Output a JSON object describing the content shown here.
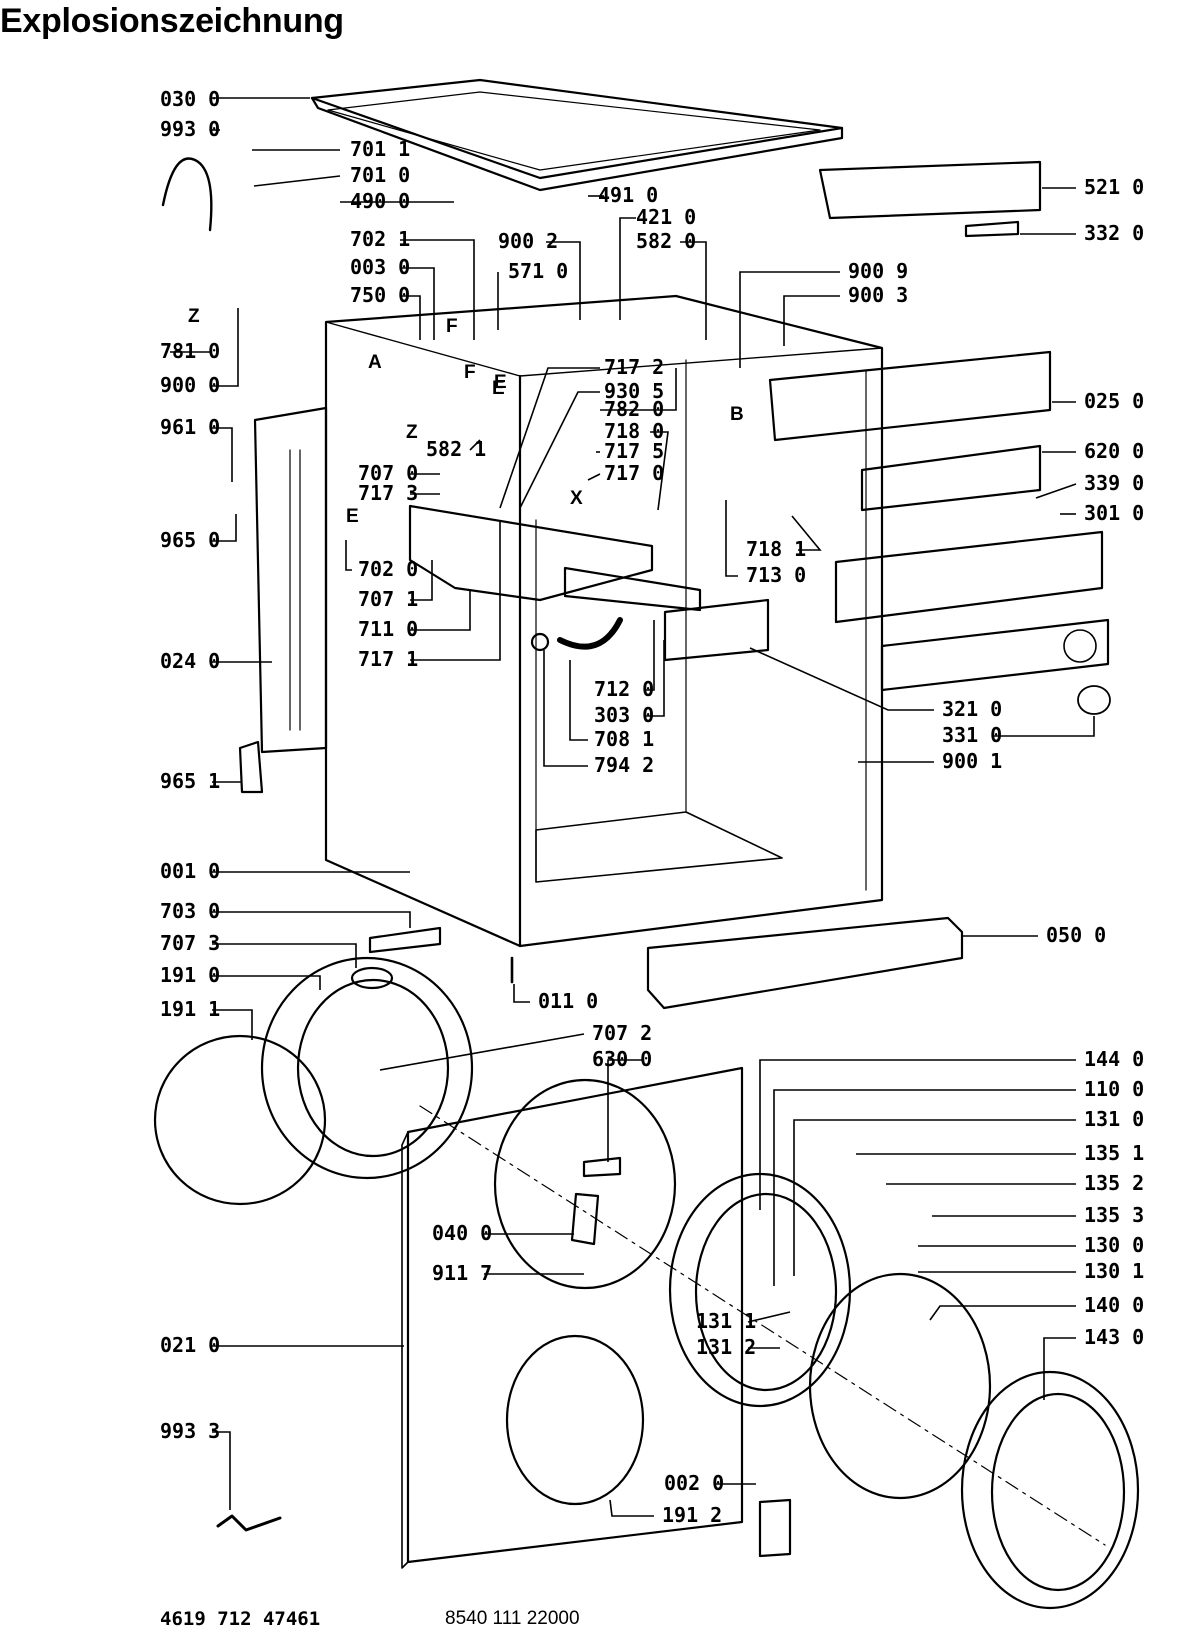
{
  "title": "Explosionszeichnung",
  "parts_left": [
    "030 0",
    "993 0",
    "701 1",
    "701 0",
    "490 0",
    "702 1",
    "003 0",
    "750 0",
    "781 0",
    "900 0",
    "961 0",
    "965 0",
    "024 0",
    "965 1",
    "001 0",
    "703 0",
    "707 3",
    "191 0",
    "191 1",
    "021 0",
    "993 3"
  ],
  "parts_middle": [
    "491 0",
    "421 0",
    "582 0",
    "900 2",
    "571 0",
    "717 2",
    "930 5",
    "782 0",
    "718 0",
    "717 5",
    "717 0",
    "707 0",
    "717 3",
    "702 0",
    "707 1",
    "711 0",
    "717 1",
    "582 1",
    "712 0",
    "303 0",
    "708 1",
    "794 2",
    "011 0",
    "707 2",
    "630 0",
    "040 0",
    "911 7",
    "131 1",
    "131 2",
    "002 0",
    "191 2"
  ],
  "parts_right": [
    "521 0",
    "332 0",
    "900 9",
    "900 3",
    "025 0",
    "620 0",
    "339 0",
    "301 0",
    "718 1",
    "713 0",
    "321 0",
    "331 0",
    "900 1",
    "050 0",
    "144 0",
    "110 0",
    "131 0",
    "135 1",
    "135 2",
    "135 3",
    "130 0",
    "130 1",
    "140 0",
    "143 0"
  ],
  "markers": [
    "Z",
    "Z",
    "A",
    "F",
    "E",
    "F",
    "E",
    "E",
    "X",
    "B"
  ],
  "footer": {
    "doc_number": "4619 712 47461",
    "service_code": "8540 111 22000"
  }
}
